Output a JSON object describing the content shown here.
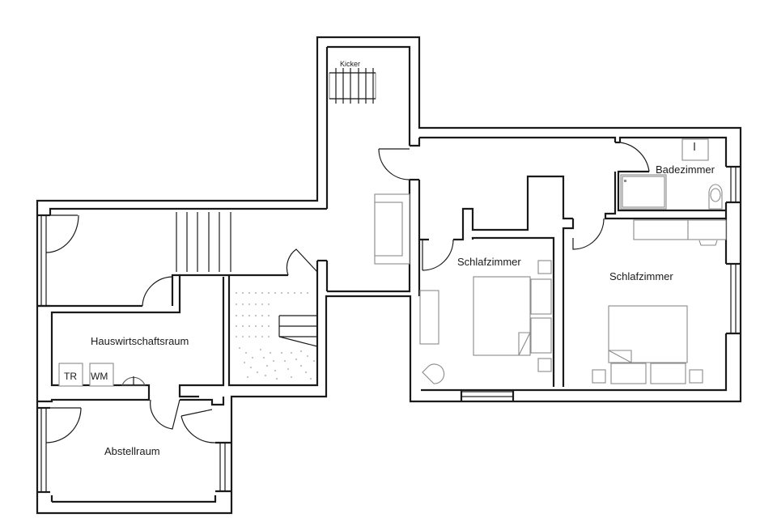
{
  "plan": {
    "type": "floor-plan",
    "background": "#ffffff",
    "line_color": "#1a1a1a",
    "furniture_color": "#8a8a8a"
  },
  "rooms": {
    "kicker": {
      "label": "Kicker"
    },
    "badezimmer": {
      "label": "Badezimmer"
    },
    "schlafzimmer_1": {
      "label": "Schlafzimmer"
    },
    "schlafzimmer_2": {
      "label": "Schlafzimmer"
    },
    "hauswirtschaftsraum": {
      "label": "Hauswirtschaftsraum"
    },
    "abstellraum": {
      "label": "Abstellraum"
    }
  },
  "appliances": {
    "dryer": {
      "label": "TR"
    },
    "washing_machine": {
      "label": "WM"
    }
  }
}
